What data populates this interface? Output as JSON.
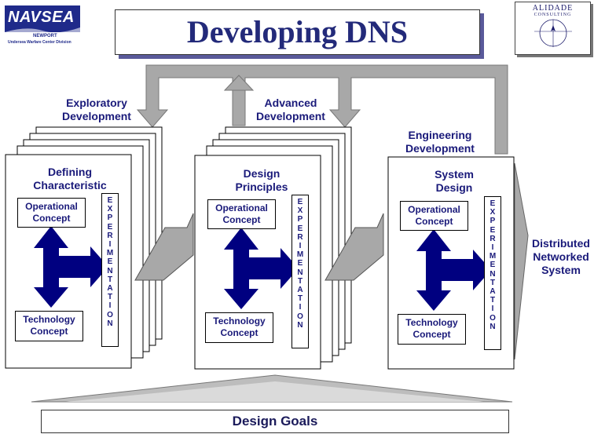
{
  "title": "Developing DNS",
  "logos": {
    "navsea": {
      "name": "NAVSEA",
      "sub": "NEWPORT",
      "division": "Undersea Warfare Center Division"
    },
    "alidade": {
      "name": "ALIDADE",
      "sub": "CONSULTING"
    }
  },
  "phases": [
    {
      "label": "Exploratory Development",
      "heading": "Defining Characteristic"
    },
    {
      "label": "Advanced Development",
      "heading": "Design Principles"
    },
    {
      "label": "Engineering Development",
      "heading": "System Design"
    }
  ],
  "operational_concept": "Operational Concept",
  "technology_concept": "Technology Concept",
  "experimentation": [
    "E",
    "X",
    "P",
    "E",
    "R",
    "I",
    "M",
    "E",
    "N",
    "T",
    "A",
    "T",
    "I",
    "O",
    "N"
  ],
  "output": "Distributed Networked System",
  "design_goals": "Design Goals",
  "colors": {
    "navy": "#000080",
    "text": "#1a1a7a",
    "gray": "#a8a8a8"
  }
}
